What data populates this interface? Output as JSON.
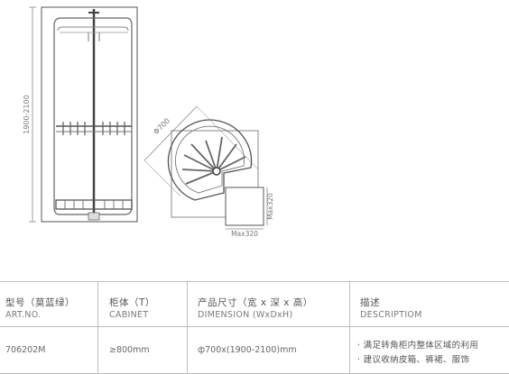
{
  "drawing": {
    "height_label": "1900-2100",
    "diameter_label": "Φ700",
    "max_vertical_label": "Max320",
    "max_horizontal_label": "Max320"
  },
  "table": {
    "headers": [
      {
        "cn": "型号（莫蓝绿）",
        "en": "ART.NO."
      },
      {
        "cn": "柜体（T）",
        "en": "CABINET"
      },
      {
        "cn": "产品尺寸（宽 x 深 x 高）",
        "en": "DIMENSION (WxDxH)"
      },
      {
        "cn": "描述",
        "en": "DESCRIPTIOM"
      }
    ],
    "row": {
      "art_no": "706202M",
      "cabinet": "≥800mm",
      "dimension": "ф700x(1900-2100)mm",
      "description": [
        "· 满足转角柜内整体区域的利用",
        "· 建议收纳皮箱、裤裙、服饰"
      ]
    }
  }
}
